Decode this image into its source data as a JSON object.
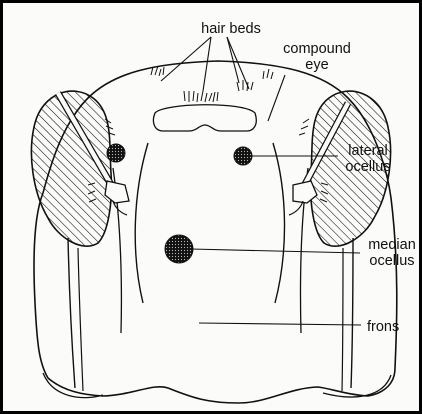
{
  "labels": {
    "hair_beds": "hair beds",
    "compound_eye_line1": "compound",
    "compound_eye_line2": "eye",
    "lateral_ocellus_line1": "lateral",
    "lateral_ocellus_line2": "ocellus",
    "median_ocellus_line1": "median",
    "median_ocellus_line2": "ocellus",
    "frons": "frons"
  },
  "colors": {
    "ink": "#111111",
    "frame": "#000000",
    "paper": "#fbfbf9"
  }
}
